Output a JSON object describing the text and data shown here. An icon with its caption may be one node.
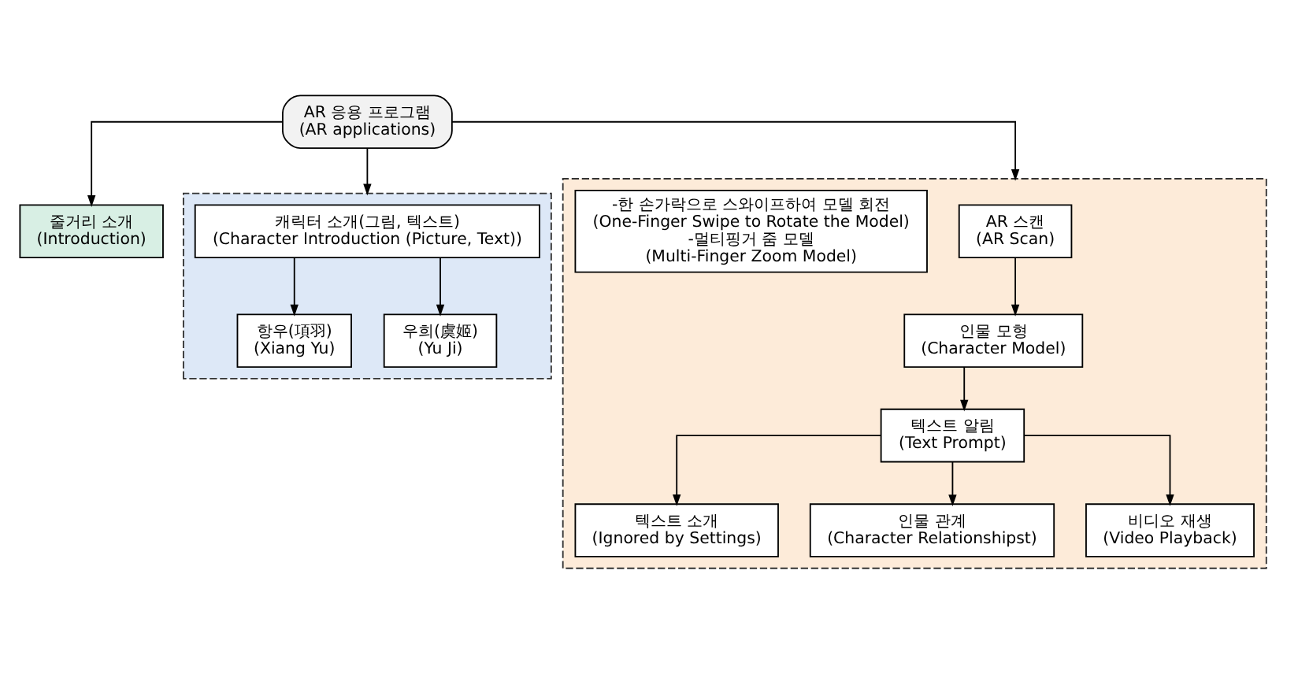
{
  "diagram": {
    "nodes": [
      {
        "text": [
          "AR 응용 프로그램",
          "(AR applications)"
        ]
      },
      {
        "text": [
          "줄거리 소개",
          "(Introduction)"
        ]
      },
      {
        "text": [],
        "shape": "box"
      },
      {
        "text": [
          "캐릭터 소개(그림, 텍스트)",
          "(Character Introduction (Picture, Text))"
        ],
        "in": 2
      },
      {
        "text": [
          "항우(項羽)",
          "(Xiang Yu)"
        ],
        "in": 2
      },
      {
        "text": [
          "우희(虞姬)",
          "(Yu Ji)"
        ],
        "in": 2
      },
      {
        "text": [],
        "shape": "box"
      },
      {
        "text": [
          "AR 스캔",
          "(AR Scan)"
        ],
        "in": 6
      },
      {
        "text": [
          "인물 모형",
          "(Character Model)"
        ],
        "in": 6
      },
      {
        "text": [
          "텍스트 알림",
          "(Text Prompt)"
        ],
        "in": 6
      },
      {
        "text": [
          "-한 손가락으로 스와이프하여 모델 회전",
          "(One-Finger Swipe to Rotate the Model)",
          "-멀티핑거 줌 모델",
          "(Multi-Finger Zoom Model)"
        ],
        "in": 6
      },
      {
        "text": [
          "텍스트 소개",
          "(Ignored by Settings)"
        ],
        "in": 6
      },
      {
        "text": [
          "인물 관계",
          "(Character Relationshipst)"
        ],
        "in": 6
      },
      {
        "text": [
          "비디오 재생",
          "(Video Playback)"
        ],
        "in": 6
      }
    ],
    "edges": [
      {
        "from": 0,
        "to": 1,
        "arrow": "to"
      },
      {
        "from": 0,
        "to": 2,
        "arrow": "to"
      },
      {
        "from": 0,
        "to": 6,
        "arrow": "to"
      },
      {
        "from": 3,
        "to": 4,
        "arrow": "to"
      },
      {
        "from": 3,
        "to": 5,
        "arrow": "to"
      },
      {
        "from": 7,
        "to": 8,
        "arrow": "to"
      },
      {
        "from": 8,
        "to": 9,
        "arrow": "to"
      },
      {
        "from": 9,
        "to": 11,
        "arrow": "to"
      },
      {
        "from": 9,
        "to": 12,
        "arrow": "to"
      },
      {
        "from": 9,
        "to": 13,
        "arrow": "to"
      }
    ]
  }
}
